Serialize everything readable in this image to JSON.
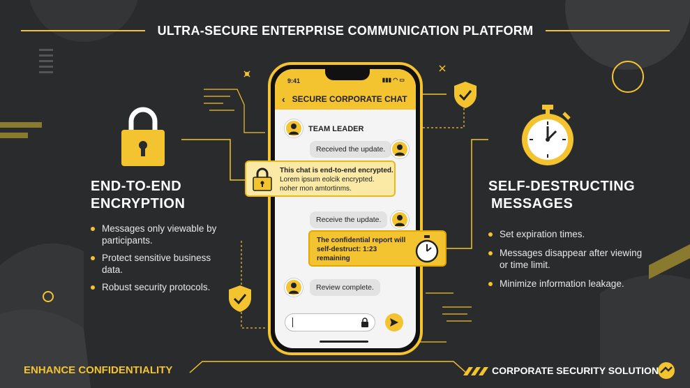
{
  "title": "ULTRA-SECURE ENTERPRISE COMMUNICATION PLATFORM",
  "left_feature": {
    "title_line1": "END-TO-END",
    "title_line2": "ENCRYPTION",
    "bullets": [
      "Messages only viewable by participants.",
      "Protect sensitive business data.",
      "Robust security protocols."
    ]
  },
  "right_feature": {
    "title_line1": "SELF-DESTRUCTING",
    "title_line2": "MESSAGES",
    "bullets": [
      "Set expiration times.",
      "Messages disappear after viewing or time limit.",
      "Minimize information leakage."
    ]
  },
  "phone": {
    "time": "9:41",
    "chat_title": "SECURE CORPORATE CHAT",
    "sender_name": "TEAM LEADER",
    "messages": [
      "Received the update.",
      "Receive the update.",
      "Review complete."
    ],
    "encryption_popup": {
      "line1": "This chat is end-to-end encrypted.",
      "line2": "Lorem ipsum eolcik encrypted.",
      "line3": "noher mon amtortinms."
    },
    "timer_popup": {
      "line1": "The confidential report will",
      "line2": "self-destruct: 1:23",
      "line3": "remaining"
    },
    "input_value": ""
  },
  "footer": {
    "left": "ENHANCE CONFIDENTIALITY",
    "right": "CORPORATE SECURITY SOLUTIONS"
  },
  "colors": {
    "accent": "#f4c430",
    "background": "#2a2b2d"
  },
  "icons": [
    "padlock-icon",
    "stopwatch-icon",
    "shield-check-icon",
    "send-icon",
    "lock-icon",
    "back-arrow-icon",
    "person-avatar-icon"
  ]
}
